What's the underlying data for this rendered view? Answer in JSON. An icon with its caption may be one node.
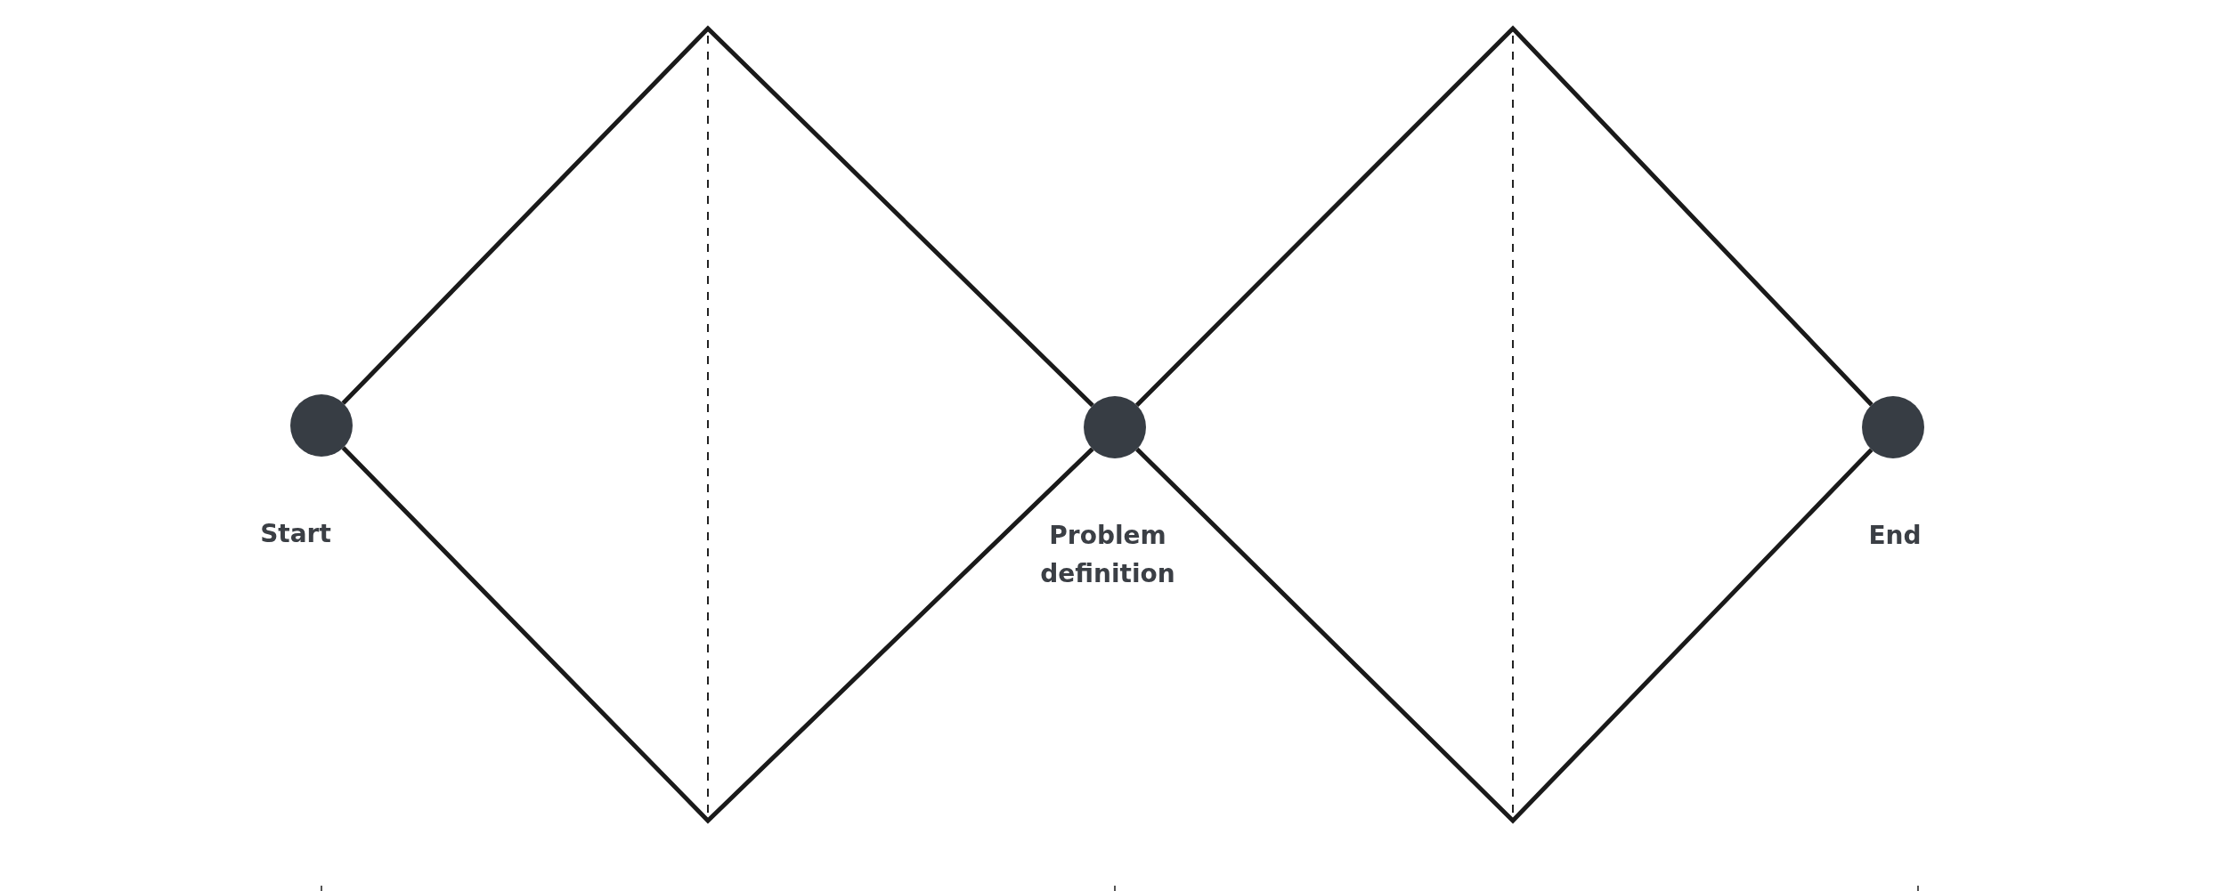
{
  "diagram": {
    "nodes": [
      {
        "text": [
          "Start"
        ]
      },
      {
        "text": [
          "Problem definition"
        ]
      },
      {
        "text": [
          "End"
        ]
      }
    ],
    "edges": [
      {
        "from": 0,
        "to": 1,
        "arrow": "none"
      },
      {
        "from": 0,
        "to": 1,
        "arrow": "none"
      },
      {
        "from": 1,
        "to": 2,
        "arrow": "none"
      },
      {
        "from": 1,
        "to": 2,
        "arrow": "none"
      }
    ]
  }
}
